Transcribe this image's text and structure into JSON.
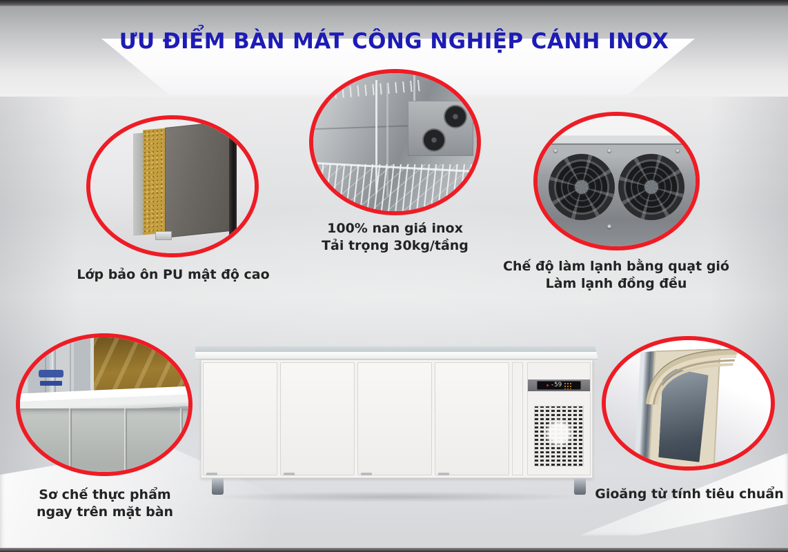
{
  "title": {
    "text": "ƯU ĐIỂM BÀN MÁT CÔNG NGHIỆP CÁNH INOX"
  },
  "features": {
    "pu": {
      "caption": "Lớp bảo ôn PU mật độ cao"
    },
    "shelves": {
      "line1": "100% nan giá inox",
      "line2": "Tải trọng 30kg/tầng"
    },
    "fans": {
      "line1": "Chế độ làm lạnh bằng quạt gió",
      "line2": "Làm lạnh đồng đều"
    },
    "prep": {
      "line1": "Sơ chế thực phẩm",
      "line2": "ngay trên mặt bàn"
    },
    "gasket": {
      "caption": "Gioăng từ tính tiêu chuẩn"
    }
  },
  "product": {
    "display_value": "-59"
  },
  "colors": {
    "accent_red": "#ee1c25",
    "title_blue": "#1d1cb5",
    "caption_text": "#232323",
    "background_gray": "#dcdddf"
  }
}
